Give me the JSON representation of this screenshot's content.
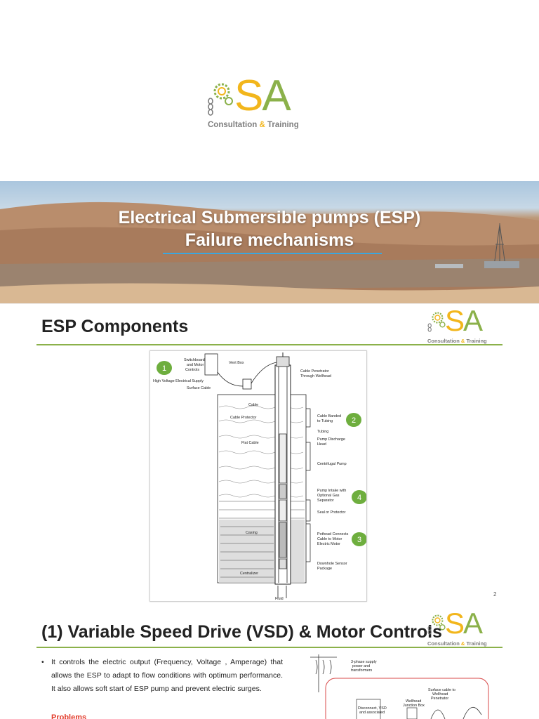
{
  "title_slide": {
    "logo": {
      "mark": "SA",
      "tagline_pre": "Consultation",
      "tagline_amp": "&",
      "tagline_post": "Training"
    },
    "title_line1": "Electrical Submersible pumps (ESP)",
    "title_line2": "Failure mechanisms"
  },
  "slide2": {
    "title": "ESP Components",
    "page_number": "2",
    "diagram_labels": {
      "switchboard": [
        "Switchboard",
        "and Motor",
        "Controls"
      ],
      "hv_supply": "High Voltage Electrical Supply",
      "surface_cable": "Surface Cable",
      "vent_box": "Vent Box",
      "penetrator": [
        "Cable Penetrator",
        "Through Wellhead"
      ],
      "cable": "Cable",
      "cable_protector": "Cable Protector",
      "cable_banded": [
        "Cable Banded",
        "to Tubing"
      ],
      "tubing": "Tubing",
      "discharge_head": [
        "Pump Discharge",
        "Head"
      ],
      "flat_cable": "Flat Cable",
      "centrifugal_pump": "Centrifugal Pump",
      "pump_intake": [
        "Pump Intake with",
        "Optional Gas",
        "Separator"
      ],
      "seal": "Seal or Protector",
      "pothead": [
        "Pothead Connects",
        "Cable to Motor"
      ],
      "casing": "Casing",
      "electric_motor": "Electric Motor",
      "downhole_sensor": [
        "Downhole Sensor",
        "Package"
      ],
      "centralizer": "Centralizer",
      "fluid": "Fluid"
    },
    "markers": [
      "1",
      "2",
      "4",
      "3"
    ]
  },
  "slide3": {
    "title": "(1) Variable Speed Drive (VSD)  & Motor Controls",
    "bullet": "It controls the electric output (Frequency, Voltage , Amperage) that allows the ESP to adapt to flow conditions with optimum performance. It also allows soft start of ESP pump and prevent electric surges.",
    "problems_label": "Problems",
    "diagram_labels": {
      "supply": [
        "3-phase supply",
        "power and",
        "transformers"
      ],
      "surface_cable": [
        "Surface cable to",
        "Wellhead",
        "Penetrator"
      ],
      "wellhead_box": [
        "Wellhead",
        "Junction Box"
      ],
      "disconnect": [
        "Disconnect, VSD",
        "and associated"
      ]
    }
  },
  "colors": {
    "green": "#8bb14a",
    "yellow": "#f2b61c",
    "blue_rule": "#3aa7e0",
    "problems_red": "#e23b2a"
  }
}
